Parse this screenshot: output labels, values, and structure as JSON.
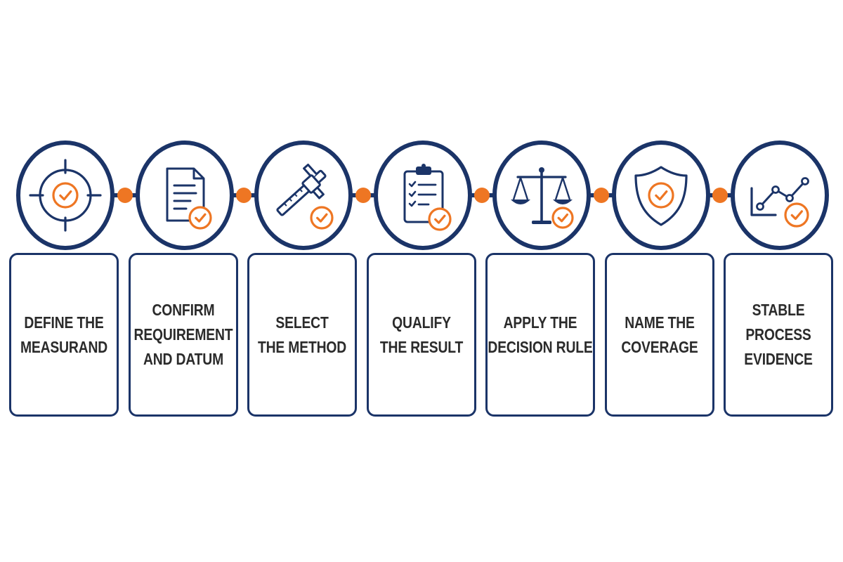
{
  "colors": {
    "navy": "#1b3468",
    "orange": "#ee7623",
    "text": "#2b2b2b"
  },
  "steps": [
    {
      "label": "DEFINE THE\nMEASURAND",
      "icon": "target-crosshair-check-icon"
    },
    {
      "label": "CONFIRM\nREQUIREMENT\nAND DATUM",
      "icon": "document-check-icon"
    },
    {
      "label": "SELECT\nTHE METHOD",
      "icon": "caliper-check-icon"
    },
    {
      "label": "QUALIFY\nTHE RESULT",
      "icon": "clipboard-checklist-check-icon"
    },
    {
      "label": "APPLY THE\nDECISION RULE",
      "icon": "balance-scale-check-icon"
    },
    {
      "label": "NAME THE\nCOVERAGE",
      "icon": "shield-check-icon"
    },
    {
      "label": "STABLE\nPROCESS\nEVIDENCE",
      "icon": "trend-chart-check-icon"
    }
  ]
}
